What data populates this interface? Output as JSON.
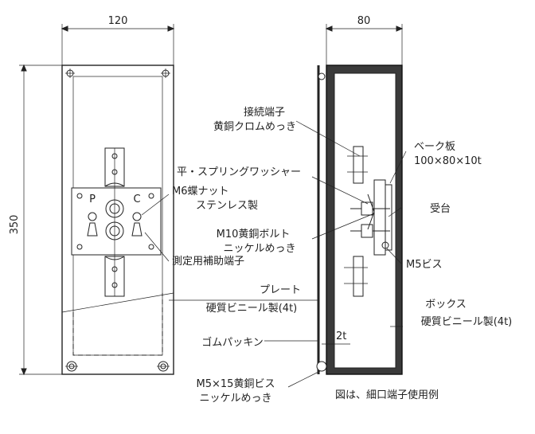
{
  "dimensions": {
    "front_width": "120",
    "side_width": "80",
    "height": "350",
    "packing_thickness": "2t"
  },
  "labels": {
    "p_terminal": "P",
    "c_terminal": "C",
    "connection_terminal_line1": "接続端子",
    "connection_terminal_line2": "黄銅クロムめっき",
    "bakelite_line1": "ベーク板",
    "bakelite_line2": "100×80×10t",
    "washer": "平・スプリングワッシャー",
    "wing_nut_line1": "M6蝶ナット",
    "wing_nut_line2": "ステンレス製",
    "receiver": "受台",
    "bolt_line1": "M10黄銅ボルト",
    "bolt_line2": "ニッケルめっき",
    "m5_screw": "M5ビス",
    "aux_terminal": "測定用補助端子",
    "plate_line1": "プレート",
    "plate_line2": "硬質ビニール製(4t)",
    "box_line1": "ボックス",
    "box_line2": "硬質ビニール製(4t)",
    "rubber_packing": "ゴムパッキン",
    "brass_screw_line1": "M5×15黄銅ビス",
    "brass_screw_line2": "ニッケルめっき",
    "caption": "図は、細口端子使用例"
  }
}
